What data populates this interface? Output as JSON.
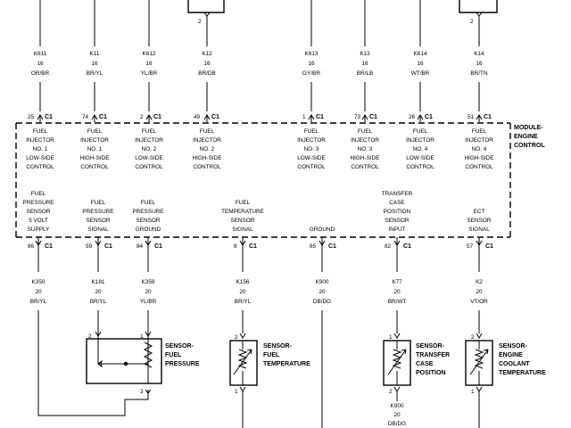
{
  "module_label": [
    "MODULE-",
    "ENGINE",
    "CONTROL"
  ],
  "connector_name": "C1",
  "top_wires": [
    {
      "circuit": "K611",
      "gauge": "16",
      "color": "OR/BR",
      "pin": "25",
      "func": [
        "FUEL",
        "INJECTOR",
        "NO. 1",
        "LOW-SIDE",
        "CONTROL"
      ]
    },
    {
      "circuit": "K11",
      "gauge": "16",
      "color": "BR/YL",
      "pin": "74",
      "func": [
        "FUEL",
        "INJECTOR",
        "NO. 1",
        "HIGH-SIDE",
        "CONTROL"
      ]
    },
    {
      "circuit": "K612",
      "gauge": "16",
      "color": "YL/BR",
      "pin": "2",
      "func": [
        "FUEL",
        "INJECTOR",
        "NO. 2",
        "LOW-SIDE",
        "CONTROL"
      ]
    },
    {
      "circuit": "K12",
      "gauge": "16",
      "color": "BR/DB",
      "pin": "49",
      "func": [
        "FUEL",
        "INJECTOR",
        "NO. 2",
        "HIGH-SIDE",
        "CONTROL"
      ]
    },
    {
      "circuit": "K613",
      "gauge": "16",
      "color": "GY/BR",
      "pin": "1",
      "func": [
        "FUEL",
        "INJECTOR",
        "NO. 3",
        "LOW-SIDE",
        "CONTROL"
      ]
    },
    {
      "circuit": "K13",
      "gauge": "16",
      "color": "BR/LB",
      "pin": "73",
      "func": [
        "FUEL",
        "INJECTOR",
        "NO. 3",
        "HIGH-SIDE",
        "CONTROL"
      ]
    },
    {
      "circuit": "K614",
      "gauge": "16",
      "color": "WT/BR",
      "pin": "26",
      "func": [
        "FUEL",
        "INJECTOR",
        "NO. 4",
        "LOW-SIDE",
        "CONTROL"
      ]
    },
    {
      "circuit": "K14",
      "gauge": "16",
      "color": "BR/TN",
      "pin": "51",
      "func": [
        "FUEL",
        "INJECTOR",
        "NO. 4",
        "HIGH-SIDE",
        "CONTROL"
      ]
    }
  ],
  "top_partial_pins": [
    "2",
    "2"
  ],
  "bottom_wires": [
    {
      "func": [
        "FUEL",
        "PRESSURE",
        "SENSOR",
        "5 VOLT",
        "SUPPLY"
      ],
      "pin": "86",
      "circuit": "K350",
      "gauge": "20",
      "color": "BR/YL"
    },
    {
      "func": [
        "FUEL",
        "PRESSURE",
        "SENSOR",
        "SIGNAL"
      ],
      "pin": "59",
      "circuit": "K181",
      "gauge": "20",
      "color": "BR/YL"
    },
    {
      "func": [
        "FUEL",
        "PRESSURE",
        "SENSOR",
        "GROUND"
      ],
      "pin": "84",
      "circuit": "K359",
      "gauge": "20",
      "color": "YL/BR"
    },
    {
      "func": [
        "FUEL",
        "TEMPERATURE",
        "SENSOR",
        "SIGNAL"
      ],
      "pin": "8",
      "circuit": "K156",
      "gauge": "20",
      "color": "BR/YL"
    },
    {
      "func": [
        "GROUND"
      ],
      "pin": "65",
      "circuit": "K900",
      "gauge": "20",
      "color": "DB/DG"
    },
    {
      "func": [
        "TRANSFER",
        "CASE",
        "POSITION",
        "SENSOR",
        "INPUT"
      ],
      "pin": "82",
      "circuit": "K77",
      "gauge": "20",
      "color": "BR/WT"
    },
    {
      "func": [
        "ECT",
        "SENSOR",
        "SIGNAL"
      ],
      "pin": "57",
      "circuit": "K2",
      "gauge": "20",
      "color": "VT/OR"
    }
  ],
  "sensors": [
    {
      "name": [
        "SENSOR-",
        "FUEL",
        "PRESSURE"
      ],
      "pins": [
        "2",
        "1",
        "3"
      ]
    },
    {
      "name": [
        "SENSOR-",
        "FUEL",
        "TEMPERATURE"
      ],
      "pins": [
        "2",
        "1"
      ]
    },
    {
      "name": [
        "SENSOR-",
        "TRANSFER",
        "CASE",
        "POSITION"
      ],
      "pins": [
        "1",
        "2"
      ]
    },
    {
      "name": [
        "SENSOR-",
        "ENGINE",
        "COOLANT",
        "TEMPERATURE"
      ],
      "pins": [
        "2",
        "1"
      ]
    }
  ],
  "tc_ground_wire": {
    "pin": "2",
    "circuit": "K900",
    "gauge": "20",
    "color": "DB/DG"
  }
}
